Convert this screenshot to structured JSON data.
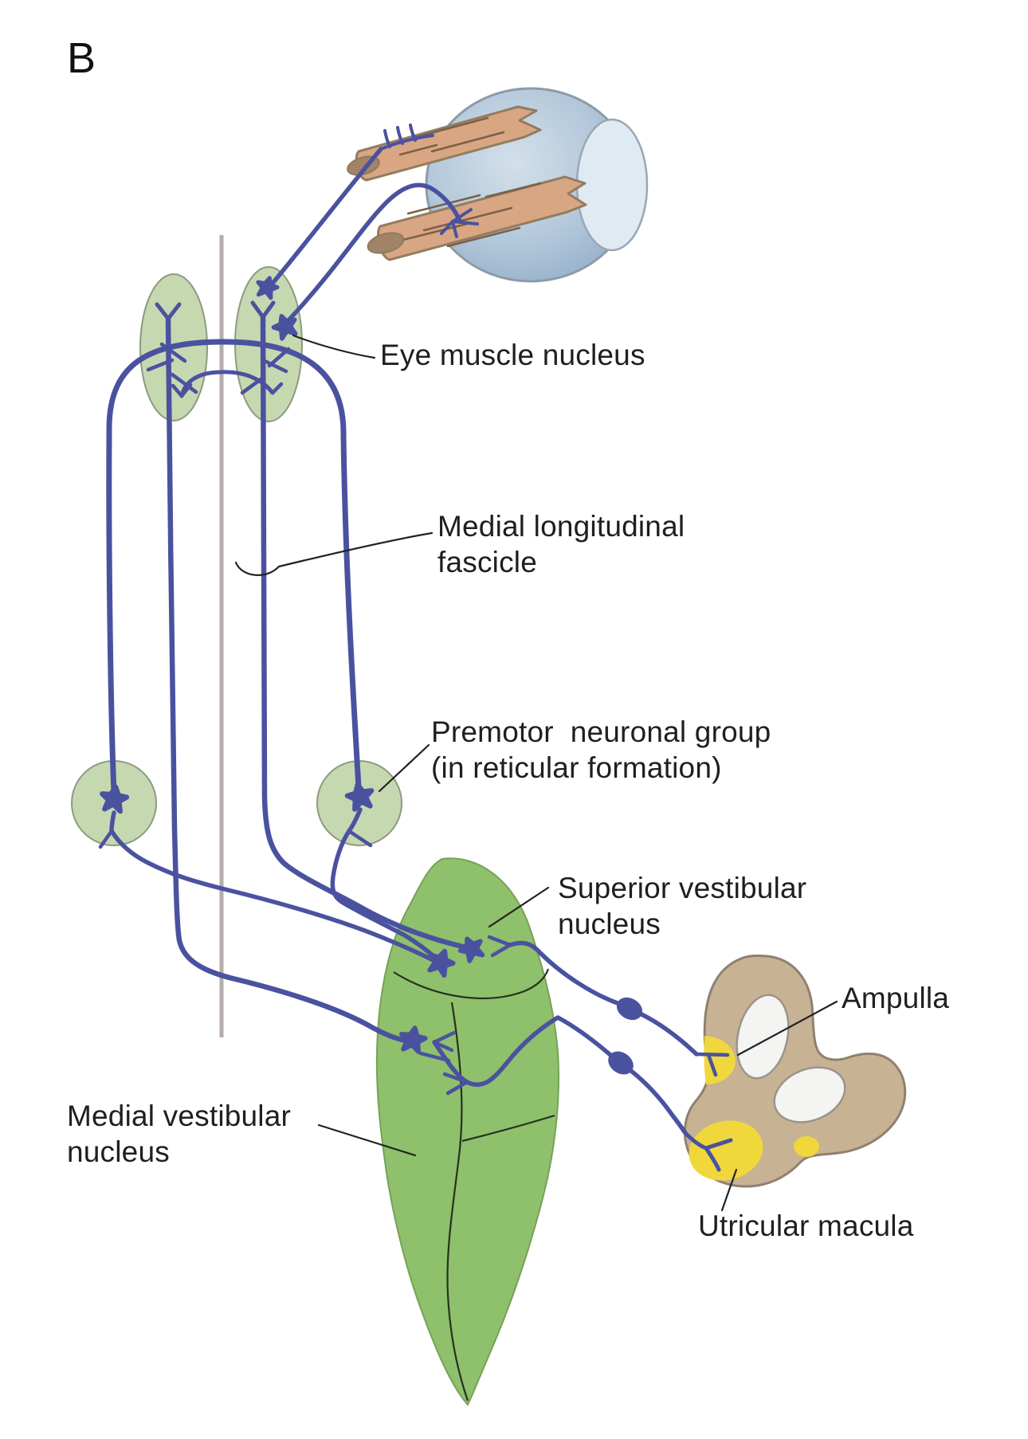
{
  "figure": {
    "panel_label": "B",
    "labels": {
      "eye_muscle_nucleus": "Eye muscle nucleus",
      "medial_longitudinal_fascicle": "Medial longitudinal\nfascicle",
      "premotor_group": "Premotor  neuronal group\n(in reticular formation)",
      "superior_vestibular_nucleus": "Superior vestibular\nnucleus",
      "ampulla": "Ampulla",
      "medial_vestibular_nucleus": "Medial vestibular\nnucleus",
      "utricular_macula": "Utricular macula"
    },
    "colors": {
      "nerve_fiber_blue": "#4a52a0",
      "nucleus_green_fill": "#c6d8b0",
      "nucleus_green_stroke": "#8d9a80",
      "vestibular_green_fill": "#8fc06c",
      "vestibular_green_stroke": "#76a258",
      "muscle_fill": "#d9a683",
      "muscle_stroke": "#927c60",
      "muscle_cap_fill": "#a18468",
      "muscle_streak": "#7a6048",
      "eyeball_fill": "#a9c0d6",
      "eyeball_stroke": "#8e9aa6",
      "cornea_fill": "#dfeaf2",
      "labyrinth_fill": "#c7b294",
      "labyrinth_stroke": "#8f8070",
      "canal_hole_fill": "#f4f4f2",
      "macula_yellow": "#f0d73c",
      "midline_gray": "#b5acac",
      "label_text": "#1f1f1f"
    }
  }
}
